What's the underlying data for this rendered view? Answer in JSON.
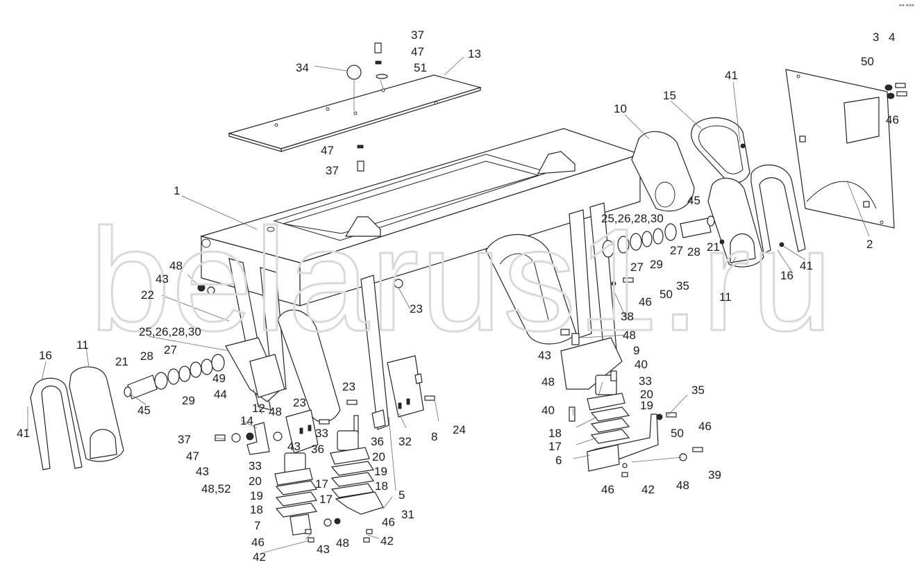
{
  "watermark": {
    "text": "belarus1.ru"
  },
  "corner_mark": "▪▪ ▪▪▪",
  "labels": [
    {
      "id": "l1",
      "text": "37"
    },
    {
      "id": "l2",
      "text": "47"
    },
    {
      "id": "l3",
      "text": "51"
    },
    {
      "id": "l4",
      "text": "34"
    },
    {
      "id": "l5",
      "text": "13"
    },
    {
      "id": "l6",
      "text": "47"
    },
    {
      "id": "l7",
      "text": "37"
    },
    {
      "id": "l8",
      "text": "1"
    },
    {
      "id": "l9",
      "text": "10"
    },
    {
      "id": "l10",
      "text": "15"
    },
    {
      "id": "l11",
      "text": "41"
    },
    {
      "id": "l12",
      "text": "3"
    },
    {
      "id": "l13",
      "text": "4"
    },
    {
      "id": "l14",
      "text": "50"
    },
    {
      "id": "l15",
      "text": "46"
    },
    {
      "id": "l16",
      "text": "2"
    },
    {
      "id": "l17",
      "text": "25,26,28,30"
    },
    {
      "id": "l18",
      "text": "45"
    },
    {
      "id": "l19",
      "text": "21"
    },
    {
      "id": "l20",
      "text": "28"
    },
    {
      "id": "l21",
      "text": "27"
    },
    {
      "id": "l22",
      "text": "29"
    },
    {
      "id": "l23",
      "text": "27"
    },
    {
      "id": "l24",
      "text": "41"
    },
    {
      "id": "l25",
      "text": "16"
    },
    {
      "id": "l26",
      "text": "11"
    },
    {
      "id": "l27",
      "text": "50"
    },
    {
      "id": "l28",
      "text": "35"
    },
    {
      "id": "l29",
      "text": "46"
    },
    {
      "id": "l30",
      "text": "38"
    },
    {
      "id": "l31",
      "text": "48"
    },
    {
      "id": "l32",
      "text": "9"
    },
    {
      "id": "l33",
      "text": "43"
    },
    {
      "id": "l34",
      "text": "40"
    },
    {
      "id": "l35",
      "text": "48"
    },
    {
      "id": "l36",
      "text": "33"
    },
    {
      "id": "l37",
      "text": "20"
    },
    {
      "id": "l38",
      "text": "19"
    },
    {
      "id": "l39",
      "text": "40"
    },
    {
      "id": "l40",
      "text": "35"
    },
    {
      "id": "l41",
      "text": "18"
    },
    {
      "id": "l42",
      "text": "46"
    },
    {
      "id": "l43",
      "text": "50"
    },
    {
      "id": "l44",
      "text": "17"
    },
    {
      "id": "l45",
      "text": "6"
    },
    {
      "id": "l46",
      "text": "48"
    },
    {
      "id": "l47",
      "text": "39"
    },
    {
      "id": "l48",
      "text": "46"
    },
    {
      "id": "l49",
      "text": "42"
    },
    {
      "id": "l50",
      "text": "48"
    },
    {
      "id": "l51",
      "text": "43"
    },
    {
      "id": "l52",
      "text": "22"
    },
    {
      "id": "l53",
      "text": "23"
    },
    {
      "id": "l54",
      "text": "25,26,28,30"
    },
    {
      "id": "l55",
      "text": "27"
    },
    {
      "id": "l56",
      "text": "28"
    },
    {
      "id": "l57",
      "text": "21"
    },
    {
      "id": "l58",
      "text": "49"
    },
    {
      "id": "l59",
      "text": "44"
    },
    {
      "id": "l60",
      "text": "29"
    },
    {
      "id": "l61",
      "text": "45"
    },
    {
      "id": "l62",
      "text": "16"
    },
    {
      "id": "l63",
      "text": "11"
    },
    {
      "id": "l64",
      "text": "41"
    },
    {
      "id": "l65",
      "text": "12"
    },
    {
      "id": "l66",
      "text": "23"
    },
    {
      "id": "l67",
      "text": "23"
    },
    {
      "id": "l68",
      "text": "48"
    },
    {
      "id": "l69",
      "text": "14"
    },
    {
      "id": "l70",
      "text": "33"
    },
    {
      "id": "l71",
      "text": "36"
    },
    {
      "id": "l72",
      "text": "32"
    },
    {
      "id": "l73",
      "text": "8"
    },
    {
      "id": "l74",
      "text": "24"
    },
    {
      "id": "l75",
      "text": "37"
    },
    {
      "id": "l76",
      "text": "47"
    },
    {
      "id": "l77",
      "text": "43"
    },
    {
      "id": "l78",
      "text": "43"
    },
    {
      "id": "l79",
      "text": "36"
    },
    {
      "id": "l80",
      "text": "33"
    },
    {
      "id": "l81",
      "text": "20"
    },
    {
      "id": "l82",
      "text": "20"
    },
    {
      "id": "l83",
      "text": "19"
    },
    {
      "id": "l84",
      "text": "48,52"
    },
    {
      "id": "l85",
      "text": "17"
    },
    {
      "id": "l86",
      "text": "18"
    },
    {
      "id": "l87",
      "text": "19"
    },
    {
      "id": "l88",
      "text": "18"
    },
    {
      "id": "l89",
      "text": "17"
    },
    {
      "id": "l90",
      "text": "5"
    },
    {
      "id": "l91",
      "text": "7"
    },
    {
      "id": "l92",
      "text": "31"
    },
    {
      "id": "l93",
      "text": "46"
    },
    {
      "id": "l94",
      "text": "46"
    },
    {
      "id": "l95",
      "text": "43"
    },
    {
      "id": "l96",
      "text": "48"
    },
    {
      "id": "l97",
      "text": "42"
    },
    {
      "id": "l98",
      "text": "42"
    }
  ]
}
